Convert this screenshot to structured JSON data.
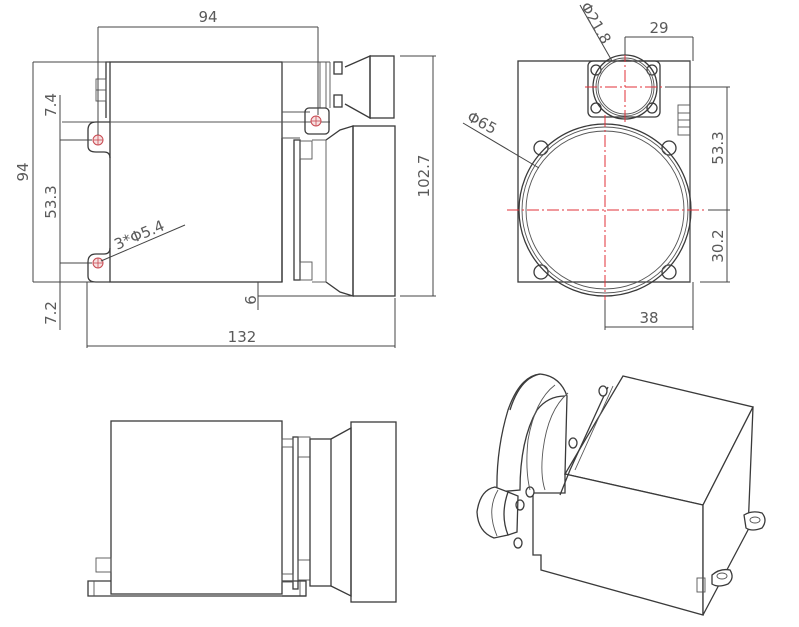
{
  "colors": {
    "line": "#3a3a3a",
    "dimension_text": "#5a5a5a",
    "centerline": "#e0303a",
    "hole": "#c84a52"
  },
  "views": {
    "side_view": {
      "dims": {
        "top_width": "94",
        "overall_height": "94",
        "upper_offset": "7.4",
        "hole_spacing": "53.3",
        "lower_offset": "7.2",
        "holes_callout": "3*Φ5.4",
        "lens_drop": "6",
        "overall_length": "132",
        "overall_height_with_lens": "102.7"
      }
    },
    "front_view": {
      "dims": {
        "small_lens_diameter": "Φ21.8",
        "large_lens_diameter": "Φ65",
        "small_lens_offset_x": "29",
        "axis_spacing": "53.3",
        "lower_axis_offset": "30.2",
        "large_lens_offset_x": "38"
      }
    },
    "bottom_view": {
      "label": ""
    },
    "isometric_view": {
      "label": ""
    }
  }
}
